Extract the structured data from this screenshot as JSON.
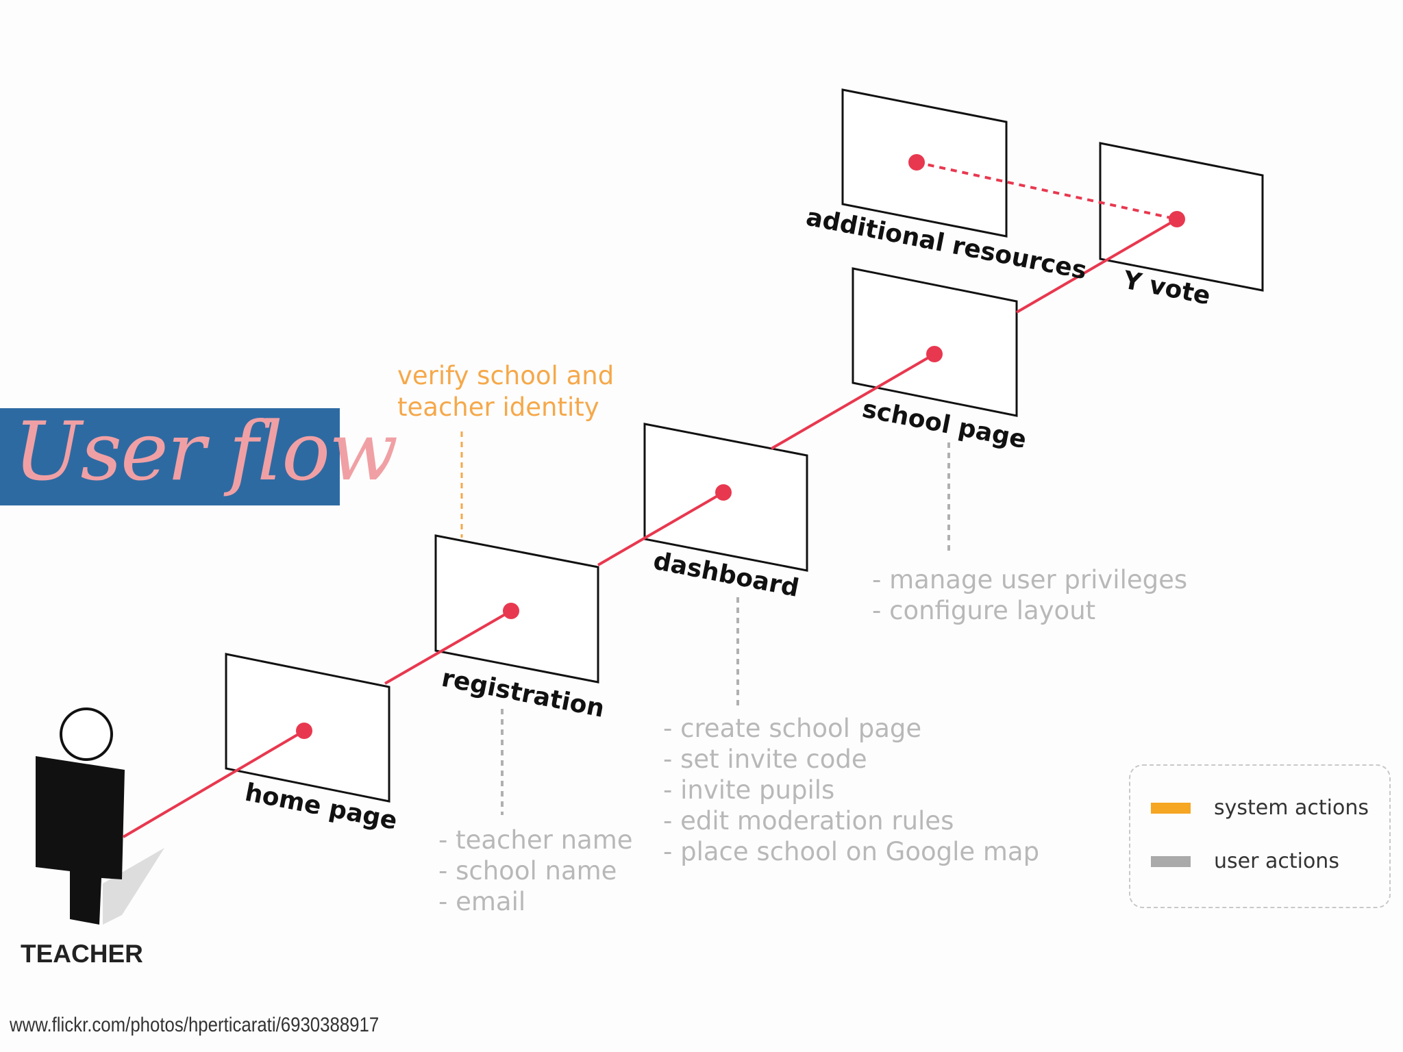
{
  "title": "User flow",
  "actor": {
    "label": "TEACHER"
  },
  "pages": [
    {
      "id": "home",
      "label": "home page"
    },
    {
      "id": "registration",
      "label": "registration"
    },
    {
      "id": "dashboard",
      "label": "dashboard"
    },
    {
      "id": "school",
      "label": "school page"
    },
    {
      "id": "resources",
      "label": "additional resources"
    },
    {
      "id": "yvote",
      "label": "Y vote"
    }
  ],
  "system_note": {
    "lines": [
      "verify school and",
      "teacher identity"
    ]
  },
  "user_notes": {
    "registration": [
      "- teacher name",
      "- school name",
      "- email"
    ],
    "dashboard": [
      "- create school page",
      "- set invite code",
      "- invite pupils",
      "- edit moderation rules",
      "- place school on Google map"
    ],
    "school": [
      "- manage user privileges",
      "- configure layout"
    ]
  },
  "legend": {
    "items": [
      {
        "label": "system actions",
        "color": "#f5a623"
      },
      {
        "label": "user actions",
        "color": "#aaaaaa"
      }
    ]
  },
  "colors": {
    "flow": "#e8384f",
    "system": "#f5a84a",
    "user": "#b8b8b8",
    "title_bg": "#2e6aa2",
    "title_text": "#f0a0a4"
  },
  "credit": "www.flickr.com/photos/hperticarati/6930388917"
}
